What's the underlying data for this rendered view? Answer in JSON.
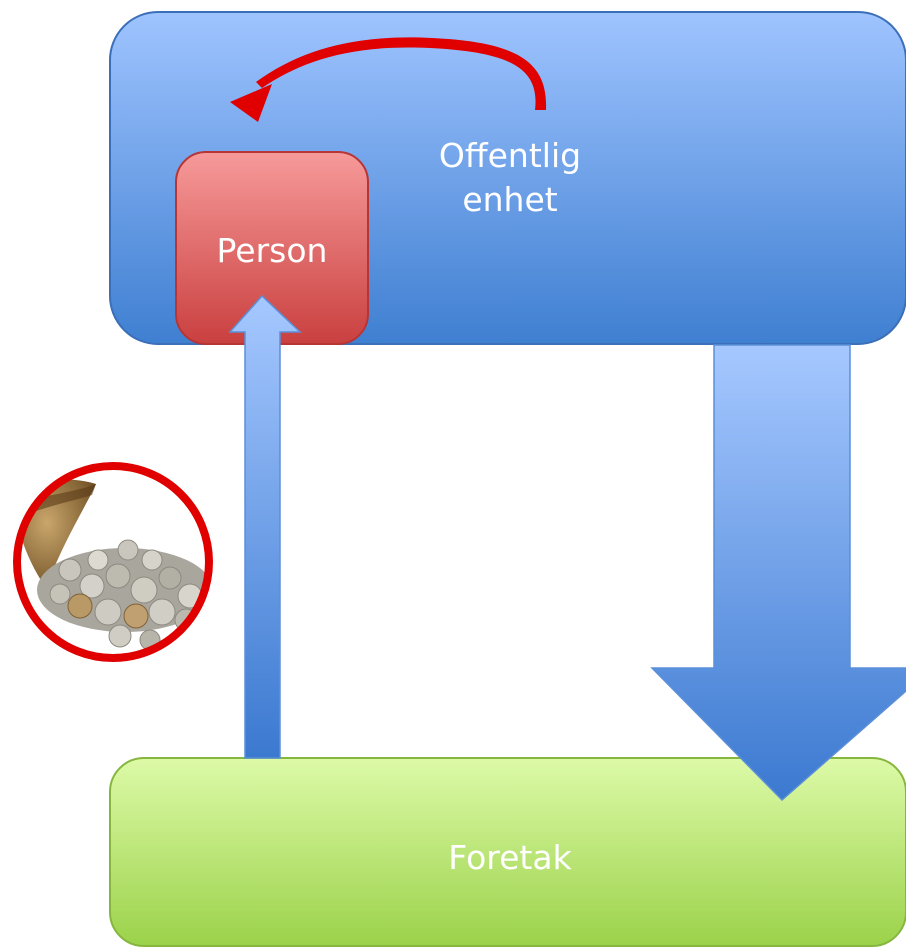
{
  "nodes": {
    "public_entity": {
      "label": "Offentlig\nenhet"
    },
    "person": {
      "label": "Person"
    },
    "company": {
      "label": "Foretak"
    }
  },
  "icons": {
    "money_bag": "money-bag-with-coins-icon"
  },
  "colors": {
    "public_entity_top": "#9fc4ff",
    "public_entity_bottom": "#3f7fd1",
    "person_top": "#f79a9a",
    "person_bottom": "#c9403f",
    "company_top": "#ddfaa8",
    "company_bottom": "#9bd24a",
    "arrow_top": "#a6c8ff",
    "arrow_bottom": "#3b79d0",
    "red_accent": "#e00000"
  }
}
